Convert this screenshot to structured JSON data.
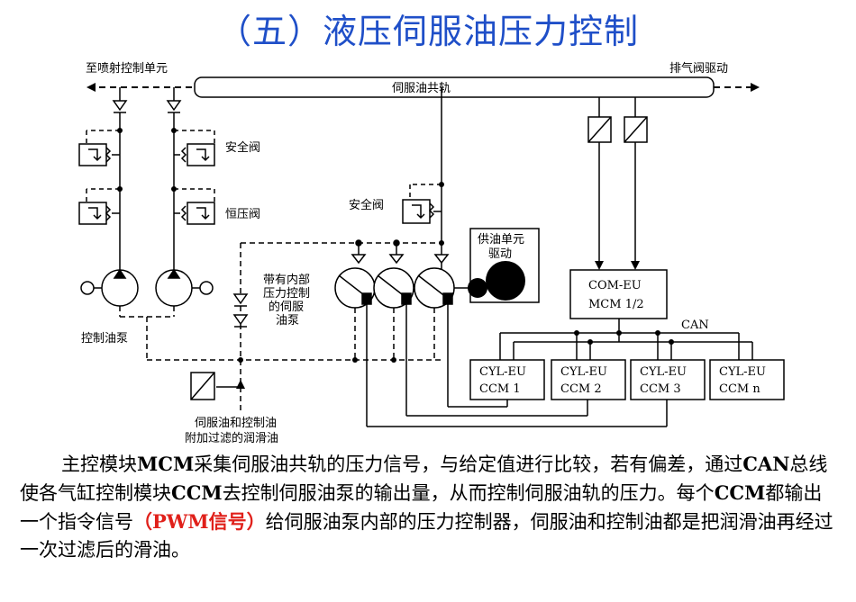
{
  "title": "（五）液压伺服油压力控制",
  "diagram": {
    "to_injection": "至喷射控制单元",
    "exhaust_drive": "排气阀驱动",
    "rail": "伺服油共轨",
    "safety_valve_1": "安全阀",
    "constant_pressure_valve": "恒压阀",
    "safety_valve_2": "安全阀",
    "supply_unit_1": "供油单元",
    "supply_unit_2": "驱动",
    "servo_pump": [
      "带有内部",
      "压力控制",
      "的伺服",
      "油泵"
    ],
    "control_pump": "控制油泵",
    "com_eu": "COM-EU",
    "mcm": "MCM 1/2",
    "can": "CAN",
    "cyl_eu": [
      {
        "top": "CYL-EU",
        "bottom": "CCM 1"
      },
      {
        "top": "CYL-EU",
        "bottom": "CCM 2"
      },
      {
        "top": "CYL-EU",
        "bottom": "CCM 3"
      },
      {
        "top": "CYL-EU",
        "bottom": "CCM n"
      }
    ],
    "oil_note_1": "伺服油和控制油",
    "oil_note_2": "附加过滤的润滑油"
  },
  "paragraph": {
    "p1": "主控模块",
    "b1": "MCM",
    "p2": "采集伺服油共轨的压力信号，与给定值进行比较，若有偏差，通过",
    "b2": "CAN",
    "p3": "总线使各气缸控制模块",
    "b3": "CCM",
    "p4": "去控制伺服油泵的输出量，从而控制伺服油轨的压力。每个",
    "b4": "CCM",
    "p5": "都输出一个指令信号",
    "red": "（PWM信号）",
    "p6": "给伺服油泵内部的压力控制器，伺服油和控制油都是把润滑油再经过一次过滤后的滑油。"
  },
  "colors": {
    "title": "#1f4fc8",
    "highlight": "#e0201a"
  }
}
